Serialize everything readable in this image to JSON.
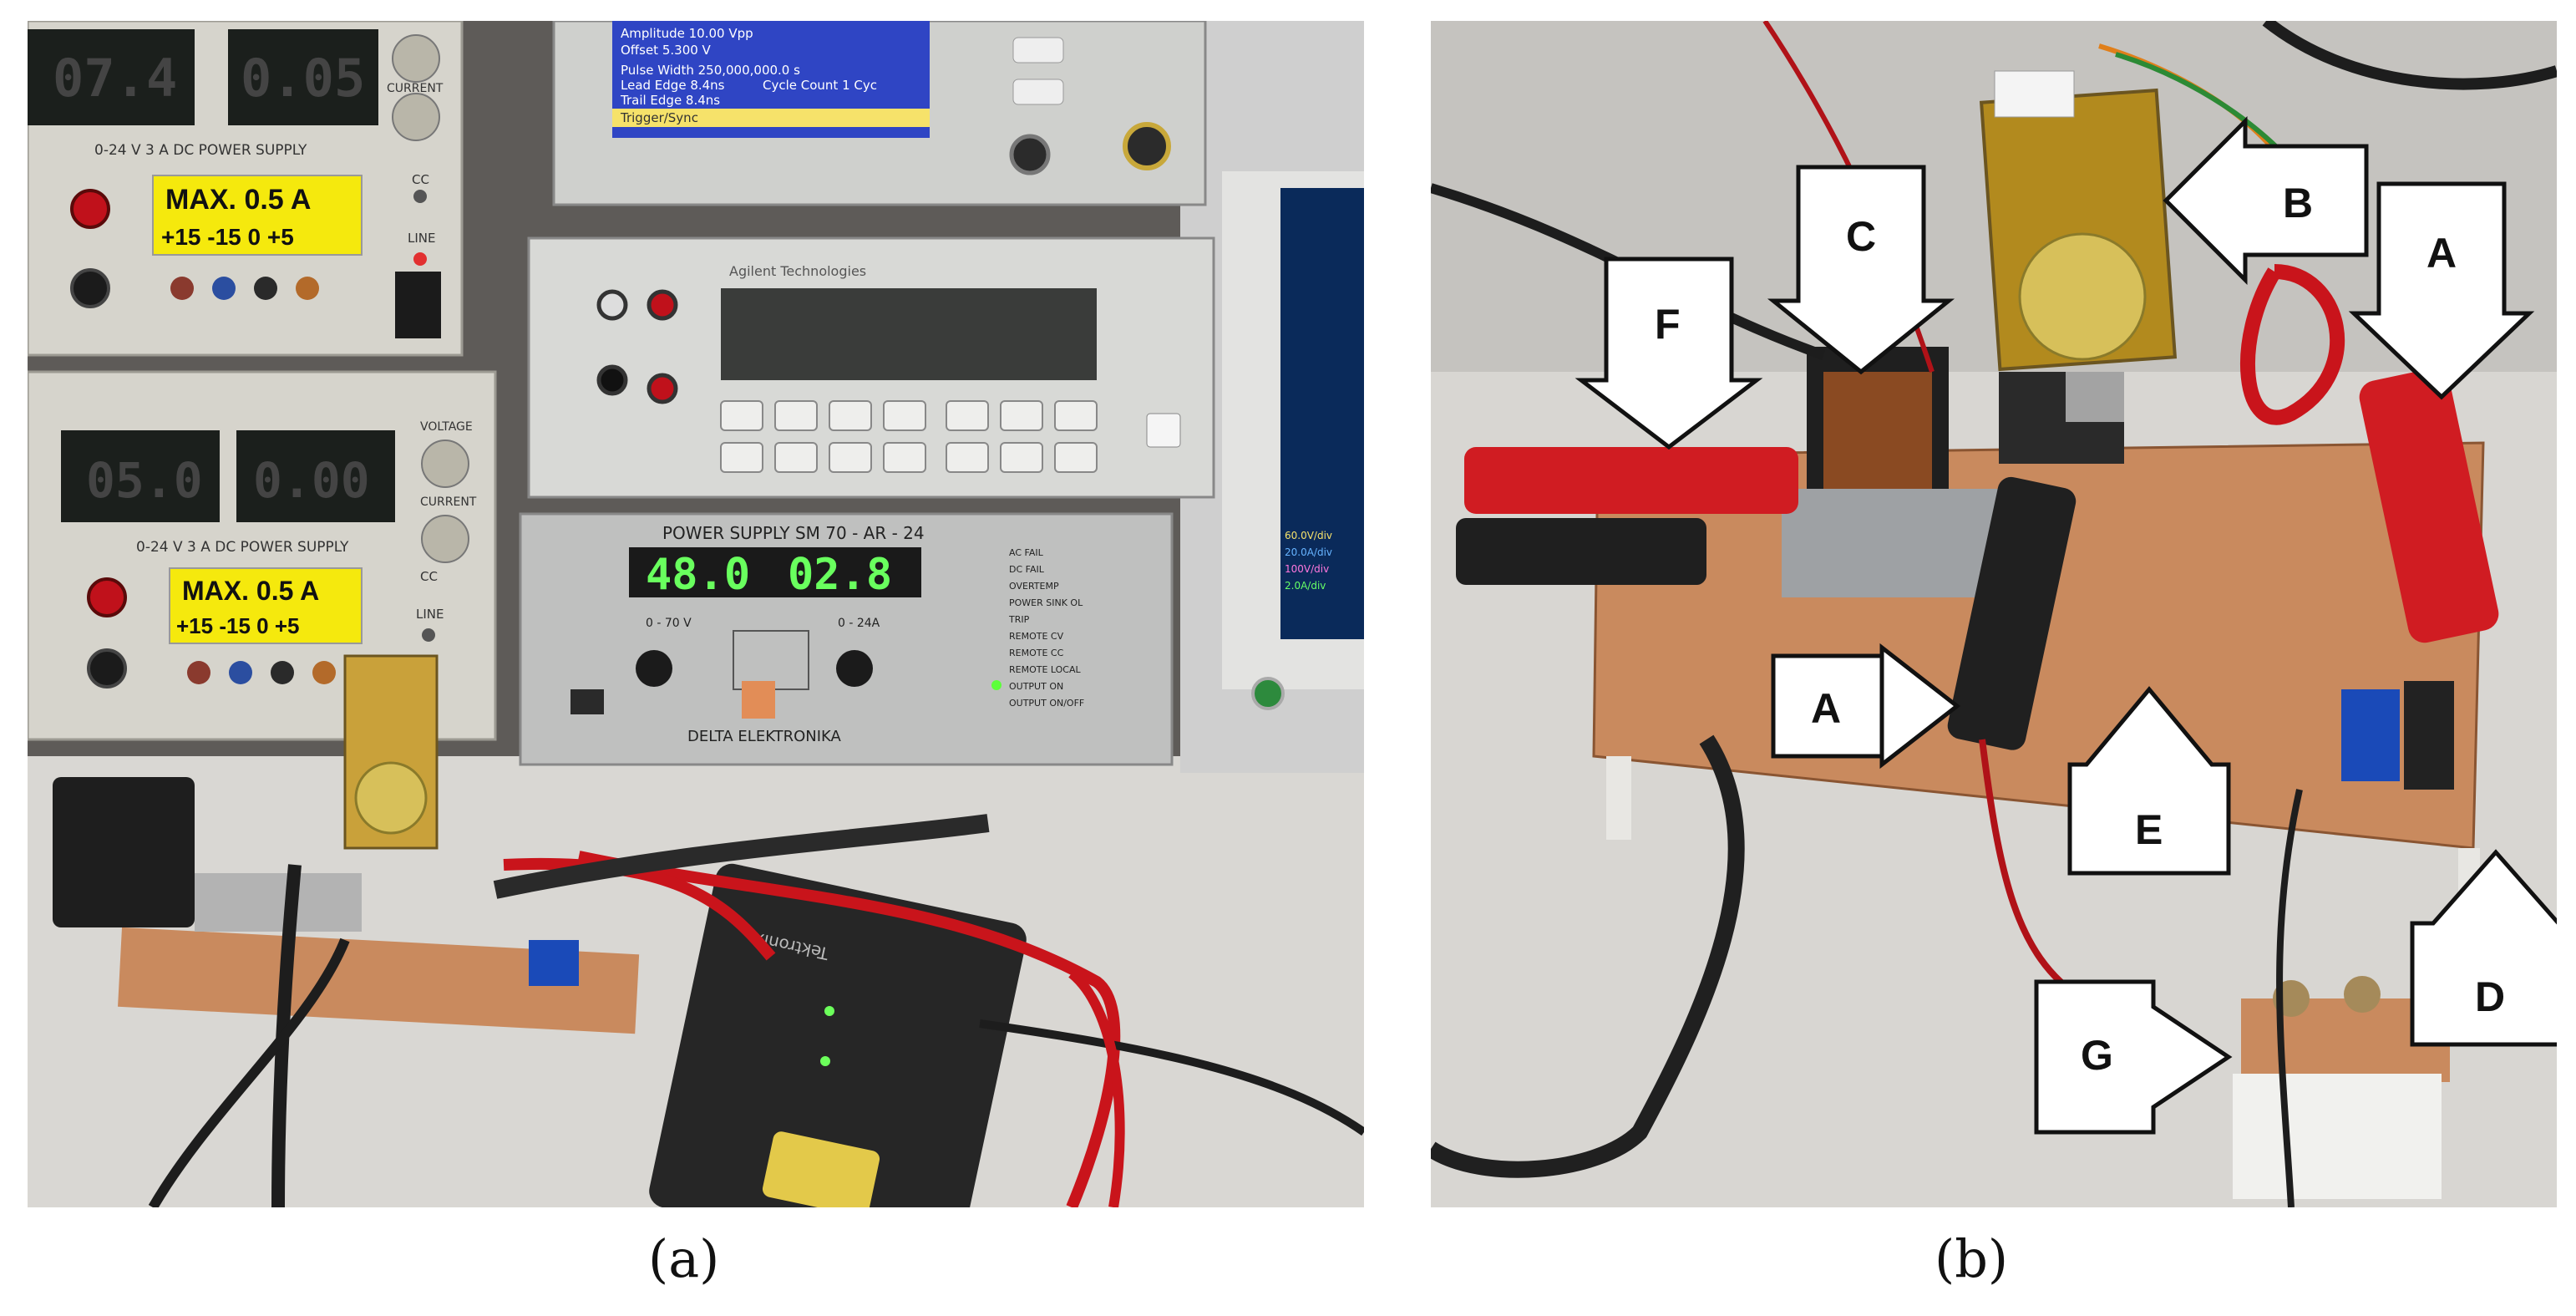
{
  "figure": {
    "panel_a": {
      "caption": "(a)",
      "psu_label": "MAX. 0.5 A",
      "psu_rails": "+15  -15   0   +5",
      "psu_rails_2": "+15  -15   0   +5",
      "psu_model": "0-24 V 3 A DC POWER SUPPLY",
      "psu_knob_voltage": "VOLTAGE",
      "psu_knob_current": "CURRENT",
      "psu_indicator_cc": "CC",
      "psu_indicator_line": "LINE",
      "psu_top_display_left": "07.4",
      "psu_top_display_right": "0.05",
      "psu_bottom_display_left": "05.0",
      "psu_bottom_display_right": "0.00",
      "funcgen_lines": [
        "Amplitude  10.00 Vpp",
        "Offset      5.300 V",
        "Pulse Width  250,000,000.0 s",
        "Lead Edge   8.4ns",
        "Trail Edge  8.4ns",
        "Trigger/Sync"
      ],
      "funcgen_cycle": "Cycle Count 1 Cyc",
      "dmm_brand": "Agilent Technologies",
      "delta_title": "POWER SUPPLY  SM 70 - AR - 24",
      "delta_voltage": "48.0",
      "delta_current": "02.8",
      "delta_brand": "DELTA ELEKTRONIKA",
      "delta_status": [
        "AC FAIL",
        "DC FAIL",
        "OVERTEMP",
        "POWER SINK OL",
        "TRIP",
        "REMOTE CV",
        "REMOTE CC",
        "REMOTE LOCAL",
        "OUTPUT ON",
        "OUTPUT ON/OFF"
      ],
      "delta_range_v": "0 - 70 V",
      "delta_range_a": "0 - 24A",
      "scope_channels": [
        "60.0V/div",
        "20.0A/div",
        "100V/div",
        "2.0A/div"
      ],
      "probe_brand": "Tektronix"
    },
    "panel_b": {
      "caption": "(b)",
      "labels": [
        "A",
        "B",
        "C",
        "D",
        "E",
        "F",
        "G",
        "A"
      ]
    },
    "colors": {
      "callout_fill": "#ffffff",
      "callout_stroke": "#111111",
      "pcb": "#c98a5e",
      "probe_red": "#d01c22",
      "label_yellow": "#f5e90d"
    }
  }
}
